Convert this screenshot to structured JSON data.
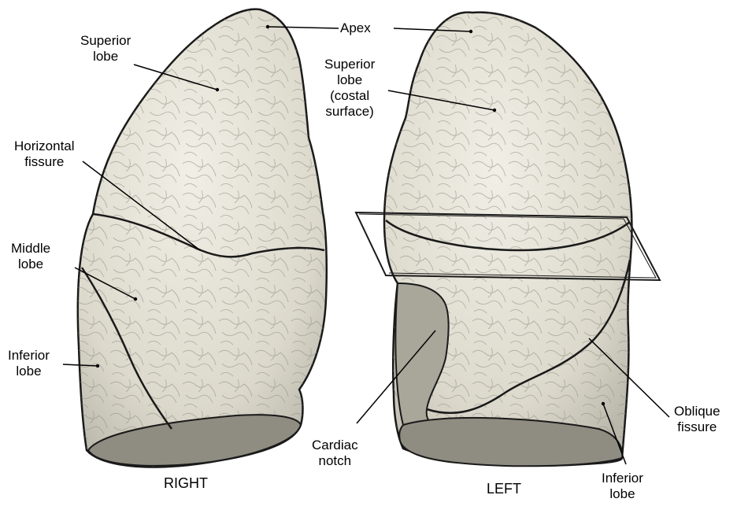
{
  "labels": {
    "apex": "Apex",
    "right_superior": [
      "Superior",
      "lobe"
    ],
    "horizontal_fissure": [
      "Horizontal",
      "fissure"
    ],
    "middle_lobe": [
      "Middle",
      "lobe"
    ],
    "right_inferior": [
      "Inferior",
      "lobe"
    ],
    "left_superior": [
      "Superior",
      "lobe",
      "(costal",
      "surface)"
    ],
    "cardiac_notch": [
      "Cardiac",
      "notch"
    ],
    "oblique_fissure": [
      "Oblique",
      "fissure"
    ],
    "left_inferior": [
      "Inferior",
      "lobe"
    ]
  },
  "sides": {
    "right": "RIGHT",
    "left": "LEFT"
  },
  "colors": {
    "lung_fill": "#e6e4d8",
    "outline": "#1a1a1a",
    "texture": "#8c8a80"
  }
}
